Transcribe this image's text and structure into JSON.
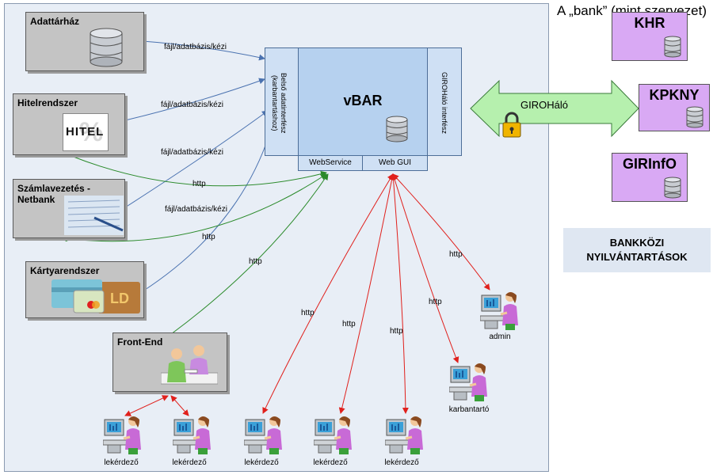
{
  "bank": {
    "title": "A „bank” (mint szervezet)"
  },
  "systems": {
    "adattarhaz": "Adattárház",
    "hitelrendszer": "Hitelrendszer",
    "hitel_logo": "HITEL",
    "szamlavezetes": "Számlavezetés -\nNetbank",
    "kartyarendszer": "Kártyarendszer",
    "frontend": "Front-End"
  },
  "vbar": {
    "title": "vBAR",
    "belso": "Belső adatinterfész\n(karbantartáshoz)",
    "giro_iface": "GIROHáló interfész",
    "webservice": "WebService",
    "webgui": "Web GUI"
  },
  "giro": {
    "label": "GIROHáló"
  },
  "external": {
    "khr": "KHR",
    "kpkny": "KPKNY",
    "girinfo": "GIRInfO",
    "registry": "BANKKÖZI\nNYILVÁNTARTÁSOK"
  },
  "links": {
    "file": "fájl/adatbázis/kézi",
    "http": "http"
  },
  "people": {
    "admin": "admin",
    "karbantarto": "karbantartó",
    "lekerdezo": "lekérdező"
  },
  "colors": {
    "blue_arrow": "#4a72b0",
    "green_arrow": "#2a8a2a",
    "red_arrow": "#e0201c",
    "bank_bg": "#e8eef6",
    "system_bg": "#c4c4c4",
    "external_bg": "#d9a9f4",
    "core_bg": "#b6d1ef",
    "giro_arrow": "#b6f0ae"
  },
  "icons": [
    "database-icon",
    "padlock-icon",
    "person-at-computer-icon",
    "card-image",
    "document-image",
    "meeting-image"
  ]
}
